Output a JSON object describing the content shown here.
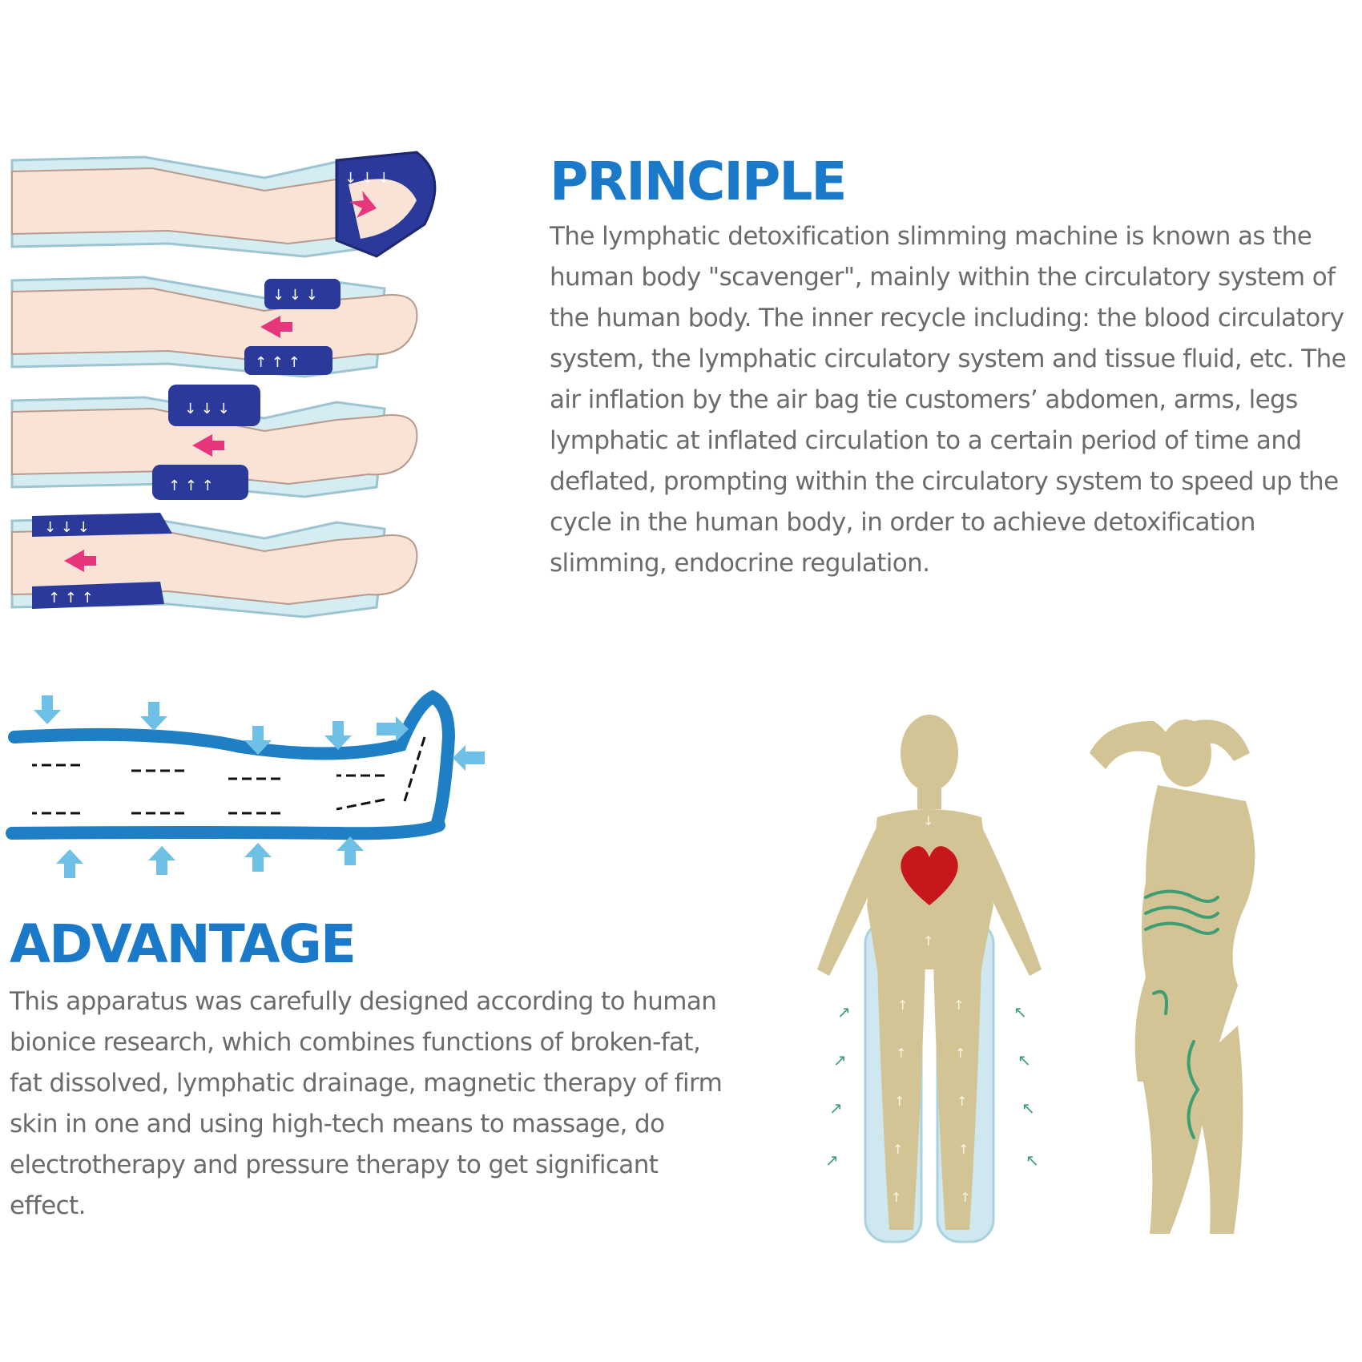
{
  "principle": {
    "title": "PRINCIPLE",
    "body": "The lymphatic detoxification slimming machine is known as the human body \"scavenger\", mainly within the circulatory system of the human body. The inner recycle including: the blood circulatory system, the lymphatic circulatory system and tissue fluid, etc. The air inflation by the air bag tie customers’ abdomen, arms, legs lymphatic at inflated circulation to a certain period of time and deflated, prompting within the circulatory system to speed up the cycle in the human body, in order to achieve detoxification slimming, endocrine regulation."
  },
  "advantage": {
    "title": "ADVANTAGE",
    "body": "This apparatus was carefully designed according to human bionice research, which combines functions of broken-fat, fat dissolved, lymphatic drainage, magnetic therapy of firm skin in one and using high-tech means to massage, do electrotherapy and pressure therapy to get significant effect."
  },
  "colors": {
    "heading": "#1a79c9",
    "body_text": "#6b6b6b",
    "cuff_dark": "#2b3a9a",
    "cuff_light": "#d4ecf2",
    "skin": "#f9e2d6",
    "pink_arrow": "#e8367d",
    "flow_blue": "#1e7fc4",
    "arrow_light_blue": "#6fc0e6",
    "silhouette": "#d3c495",
    "heart": "#c8161d",
    "green_lines": "#3d9e74"
  },
  "icons": [
    "leg-cuff-sequence",
    "pressure-flow-diagram",
    "human-lymph-figure",
    "female-silhouette",
    "heart-icon"
  ]
}
